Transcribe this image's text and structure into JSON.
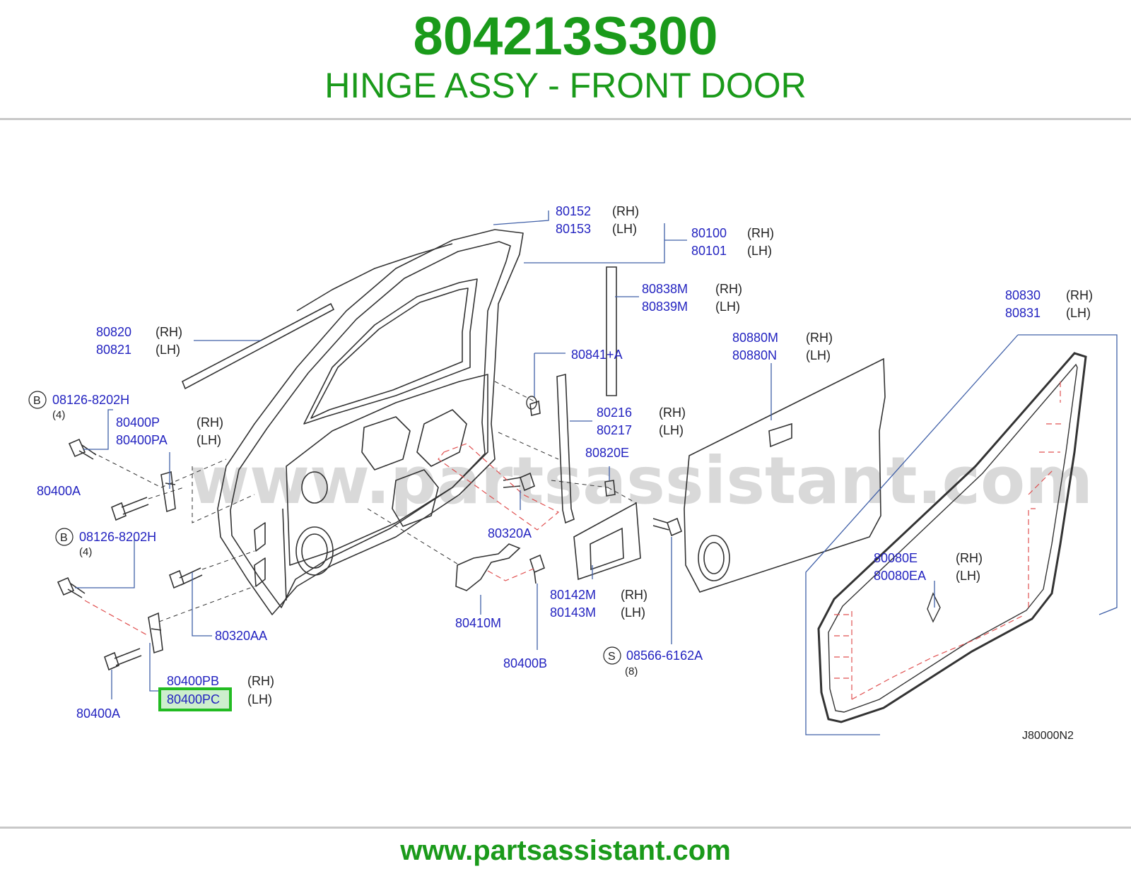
{
  "header": {
    "part_number": "804213S300",
    "part_name": "HINGE ASSY - FRONT DOOR"
  },
  "footer": {
    "website": "www.partsassistant.com"
  },
  "watermark": "www.partsassistant.com",
  "diagram_code": "J80000N2",
  "highlighted_part": "80400PC",
  "colors": {
    "title_green": "#1a9a1a",
    "label_blue": "#2323c0",
    "leader_blue": "#4060a8",
    "highlight_green": "#22bb22",
    "highlight_fill": "#cdeecd",
    "line_dark": "#333333",
    "dashed_red": "#e05050",
    "watermark_gray": "#d9d9d9"
  },
  "callouts": {
    "c80152": {
      "part": "80152",
      "side": "(RH)"
    },
    "c80153": {
      "part": "80153",
      "side": "(LH)"
    },
    "c80100": {
      "part": "80100",
      "side": "(RH)"
    },
    "c80101": {
      "part": "80101",
      "side": "(LH)"
    },
    "c80838M": {
      "part": "80838M",
      "side": "(RH)"
    },
    "c80839M": {
      "part": "80839M",
      "side": "(LH)"
    },
    "c80830": {
      "part": "80830",
      "side": "(RH)"
    },
    "c80831": {
      "part": "80831",
      "side": "(LH)"
    },
    "c80820": {
      "part": "80820",
      "side": "(RH)"
    },
    "c80821": {
      "part": "80821",
      "side": "(LH)"
    },
    "c80880M": {
      "part": "80880M",
      "side": "(RH)"
    },
    "c80880N": {
      "part": "80880N",
      "side": "(LH)"
    },
    "c80841A": {
      "part": "80841+A"
    },
    "c08126a": {
      "part": "08126-8202H",
      "badge": "B",
      "qty": "(4)"
    },
    "c80400P": {
      "part": "80400P",
      "side": "(RH)"
    },
    "c80400PA": {
      "part": "80400PA",
      "side": "(LH)"
    },
    "c80216": {
      "part": "80216",
      "side": "(RH)"
    },
    "c80217": {
      "part": "80217",
      "side": "(LH)"
    },
    "c80820E": {
      "part": "80820E"
    },
    "c80400A_top": {
      "part": "80400A"
    },
    "c80320A": {
      "part": "80320A"
    },
    "c08126b": {
      "part": "08126-8202H",
      "badge": "B",
      "qty": "(4)"
    },
    "c80080E": {
      "part": "80080E",
      "side": "(RH)"
    },
    "c80080EA": {
      "part": "80080EA",
      "side": "(LH)"
    },
    "c80142M": {
      "part": "80142M",
      "side": "(RH)"
    },
    "c80143M": {
      "part": "80143M",
      "side": "(LH)"
    },
    "c80410M": {
      "part": "80410M"
    },
    "c80320AA": {
      "part": "80320AA"
    },
    "c08566": {
      "part": "08566-6162A",
      "badge": "S",
      "qty": "(8)"
    },
    "c80400B": {
      "part": "80400B"
    },
    "c80400PB": {
      "part": "80400PB",
      "side": "(RH)"
    },
    "c80400PC": {
      "part": "80400PC",
      "side": "(LH)"
    },
    "c80400A_bot": {
      "part": "80400A"
    }
  }
}
